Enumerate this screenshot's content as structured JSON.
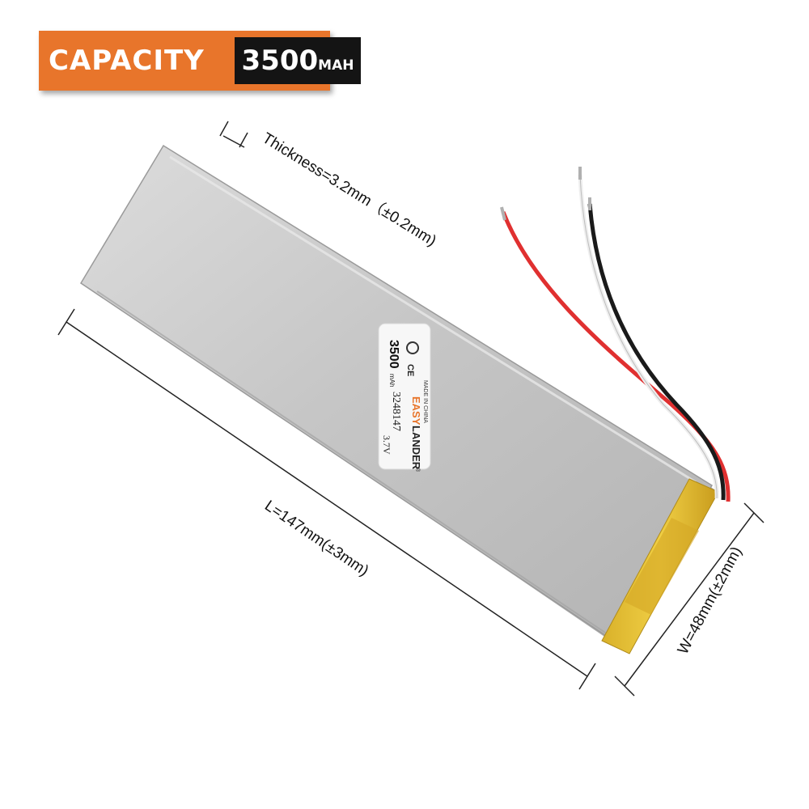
{
  "badge": {
    "label": "CAPACITY",
    "value": "3500",
    "unit": "MAH"
  },
  "dimensions": {
    "thickness": "Thickness=3.2mm（±0.2mm)",
    "length": "L=147mm(±3mm)",
    "width": "W=48mm(±2mm)"
  },
  "battery_label": {
    "brand_easy": "EASY",
    "brand_lander": "LANDER",
    "registered": "®",
    "made_in": "MADE IN CHINA",
    "capacity": "3500",
    "capacity_unit": "mAh",
    "model": "3248147",
    "voltage": "3.7V",
    "ce_mark": "CE"
  },
  "colors": {
    "badge_orange": "#e8752b",
    "badge_dark": "#141414",
    "battery_silver": "#c9c9c9",
    "tape_yellow": "#e9c531",
    "wire_red": "#e03030",
    "wire_black": "#1a1a1a",
    "wire_white": "#eeeeee"
  }
}
